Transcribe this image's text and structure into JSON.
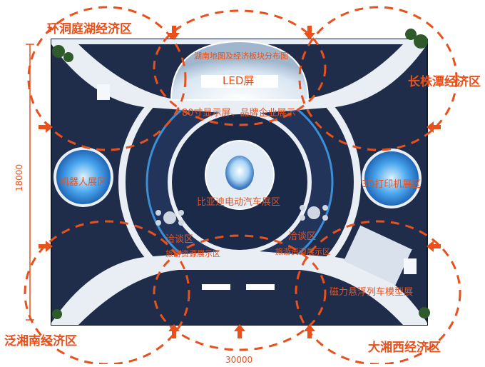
{
  "zones": {
    "top_left": "环洞庭湖经济区",
    "top_right": "长株潭经济区",
    "bottom_left": "泛湘南经济区",
    "bottom_right": "大湘西经济区"
  },
  "areas": {
    "map_board": "湖南地图及经济板块分布图",
    "led": "LED屏",
    "display": "80寸显示屏、品牌企业展示",
    "robot": "机器人展区",
    "printer": "3D打印机展区",
    "byd": "比亚迪电动汽车展区",
    "talk_left": "洽谈区",
    "talk_right": "洽谈区",
    "tour_left": "旅游资源展示区",
    "tour_right": "旅游资源展示区",
    "maglev": "磁力悬浮列车模型展"
  },
  "dimensions": {
    "height": "18000",
    "width": "30000"
  },
  "colors": {
    "accent": "#e8501c",
    "floor": "#1f2d4a",
    "walkway": "#e9eef4",
    "glow": "#3a8fd8"
  }
}
